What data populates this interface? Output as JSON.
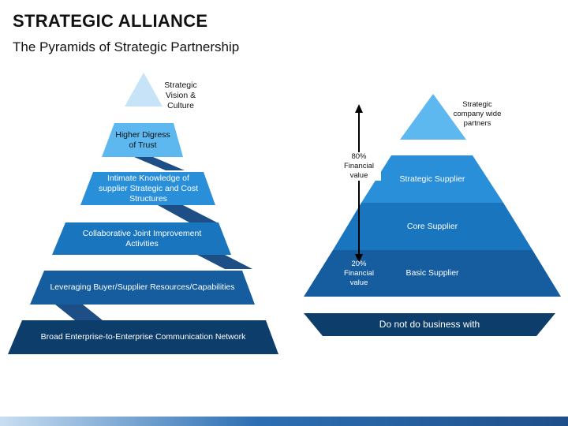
{
  "header": {
    "title": "STRATEGIC ALLIANCE",
    "subtitle": "The Pyramids of Strategic Partnership"
  },
  "left_pyramid": {
    "top_label": "Strategic\nVision &\nCulture",
    "tiers": [
      "Higher Digress\nof Trust",
      "Intimate Knowledge of\nsupplier Strategic and Cost\nStructures",
      "Collaborative Joint Improvement\nActivities",
      "Leveraging Buyer/Supplier Resources/Capabilities",
      "Broad Enterprise-to-Enterprise Communication Network"
    ]
  },
  "right_pyramid": {
    "top_label": "Strategic\ncompany wide\npartners",
    "tiers": [
      "Strategic Supplier",
      "Core Supplier",
      "Basic Supplier"
    ],
    "base_label": "Do not do business with",
    "annotation_top": "80%\nFinancial\nvalue",
    "annotation_bottom": "20%\nFinancial\nvalue"
  },
  "colors": {
    "lightest": "#c6e3f7",
    "light": "#5cb8ef",
    "mid": "#2a8fd9",
    "medium_dark": "#1a75bf",
    "dark": "#155d9e",
    "darkest": "#0d3e6b"
  }
}
